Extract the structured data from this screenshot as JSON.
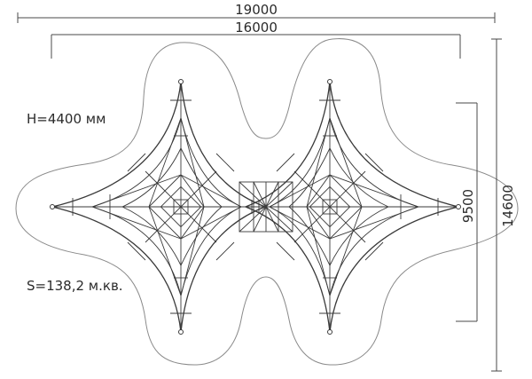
{
  "dimensions": {
    "overall_width": "19000",
    "structure_width": "16000",
    "overall_height": "14600",
    "structure_height": "9500"
  },
  "specs": {
    "height_label": "H=4400 мм",
    "area_label": "S=138,2 м.кв."
  },
  "colors": {
    "lines": "#3a3a3a",
    "zone_outline": "#8a8a8a",
    "background": "#ffffff"
  }
}
